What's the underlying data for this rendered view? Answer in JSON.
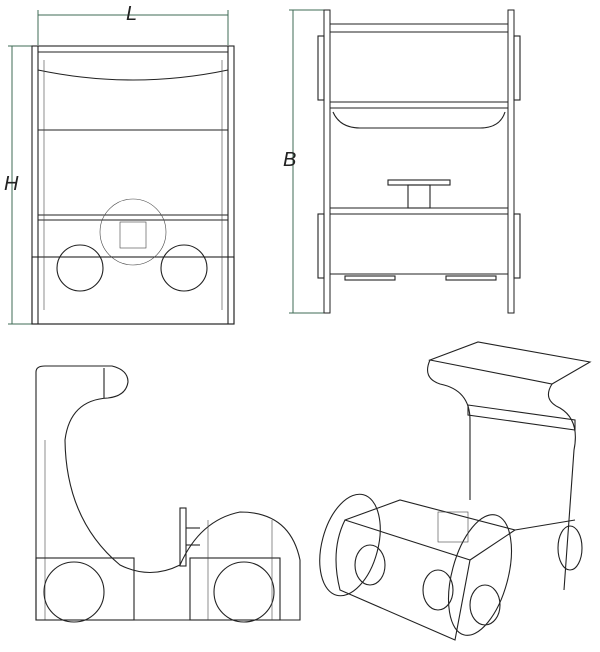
{
  "dimensions": {
    "length_label": "L",
    "height_label": "H",
    "depth_label": "B"
  },
  "colors": {
    "outline": "#222222",
    "dimension_line": "#3f6b55"
  }
}
